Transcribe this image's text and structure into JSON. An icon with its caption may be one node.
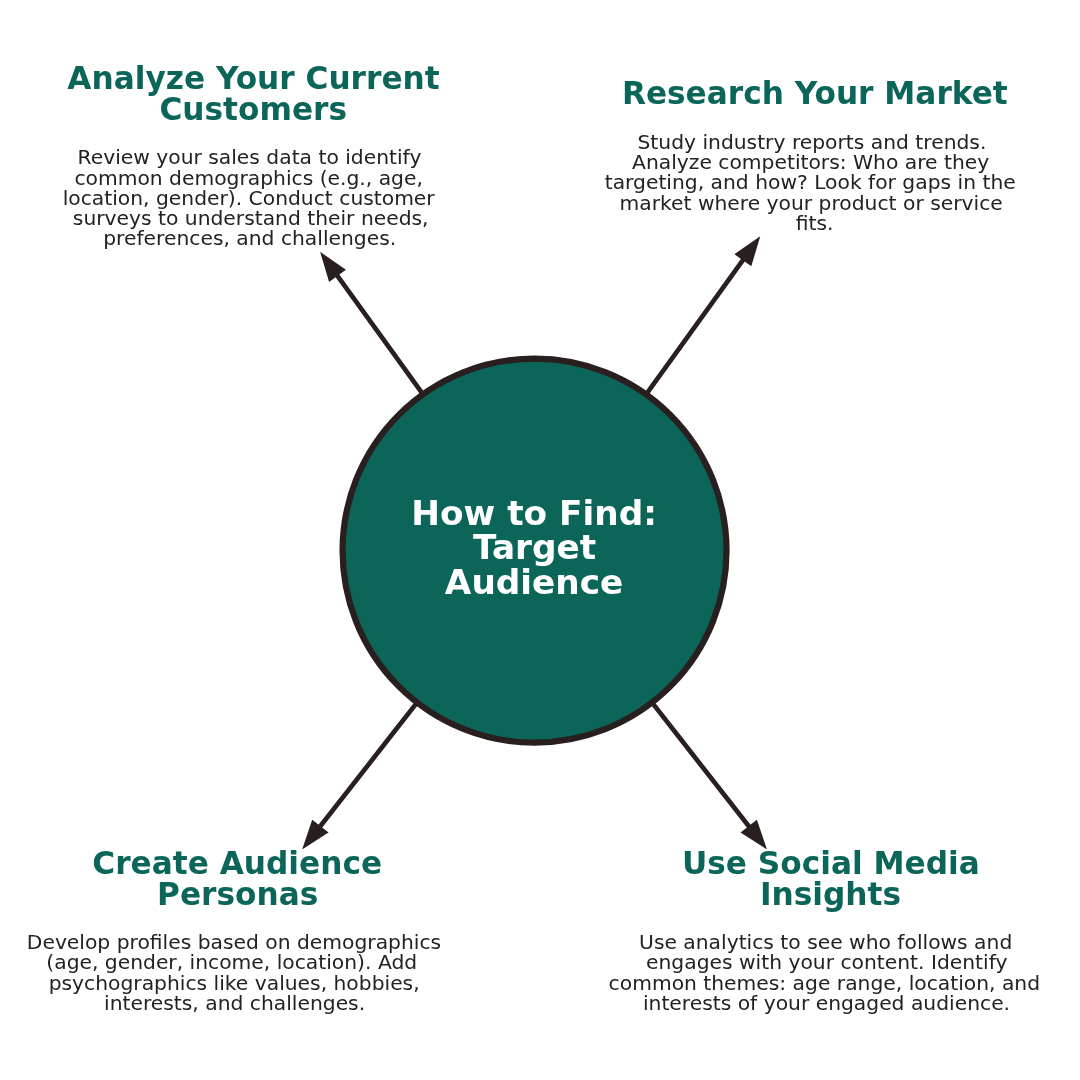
{
  "diagram": {
    "nodes": [
      {
        "text": [
          "How to Find: Target Audience"
        ]
      },
      {
        "text": [
          "Analyze Your Current Customers",
          "Review your sales data to identify common demographics (e.g., age, location, gender). Conduct customer surveys to understand their needs, preferences, and challenges."
        ]
      },
      {
        "text": [
          "Research Your Market",
          "Study industry reports and trends. Analyze competitors: Who are they targeting, and how? Look for gaps in the market where your product or service fits."
        ]
      },
      {
        "text": [
          "Create Audience Personas",
          "Develop profiles based on demographics (age, gender, income, location). Add psychographics like values, hobbies, interests, and challenges."
        ]
      },
      {
        "text": [
          "Use Social Media Insights",
          "Use analytics to see who follows and engages with your content. Identify common themes: age range, location, and interests of your engaged audience."
        ]
      }
    ],
    "edges": [
      {
        "from": 0,
        "to": 1,
        "arrow": "to"
      },
      {
        "from": 0,
        "to": 2,
        "arrow": "to"
      },
      {
        "from": 0,
        "to": 3,
        "arrow": "to"
      },
      {
        "from": 0,
        "to": 4,
        "arrow": "to"
      }
    ]
  }
}
